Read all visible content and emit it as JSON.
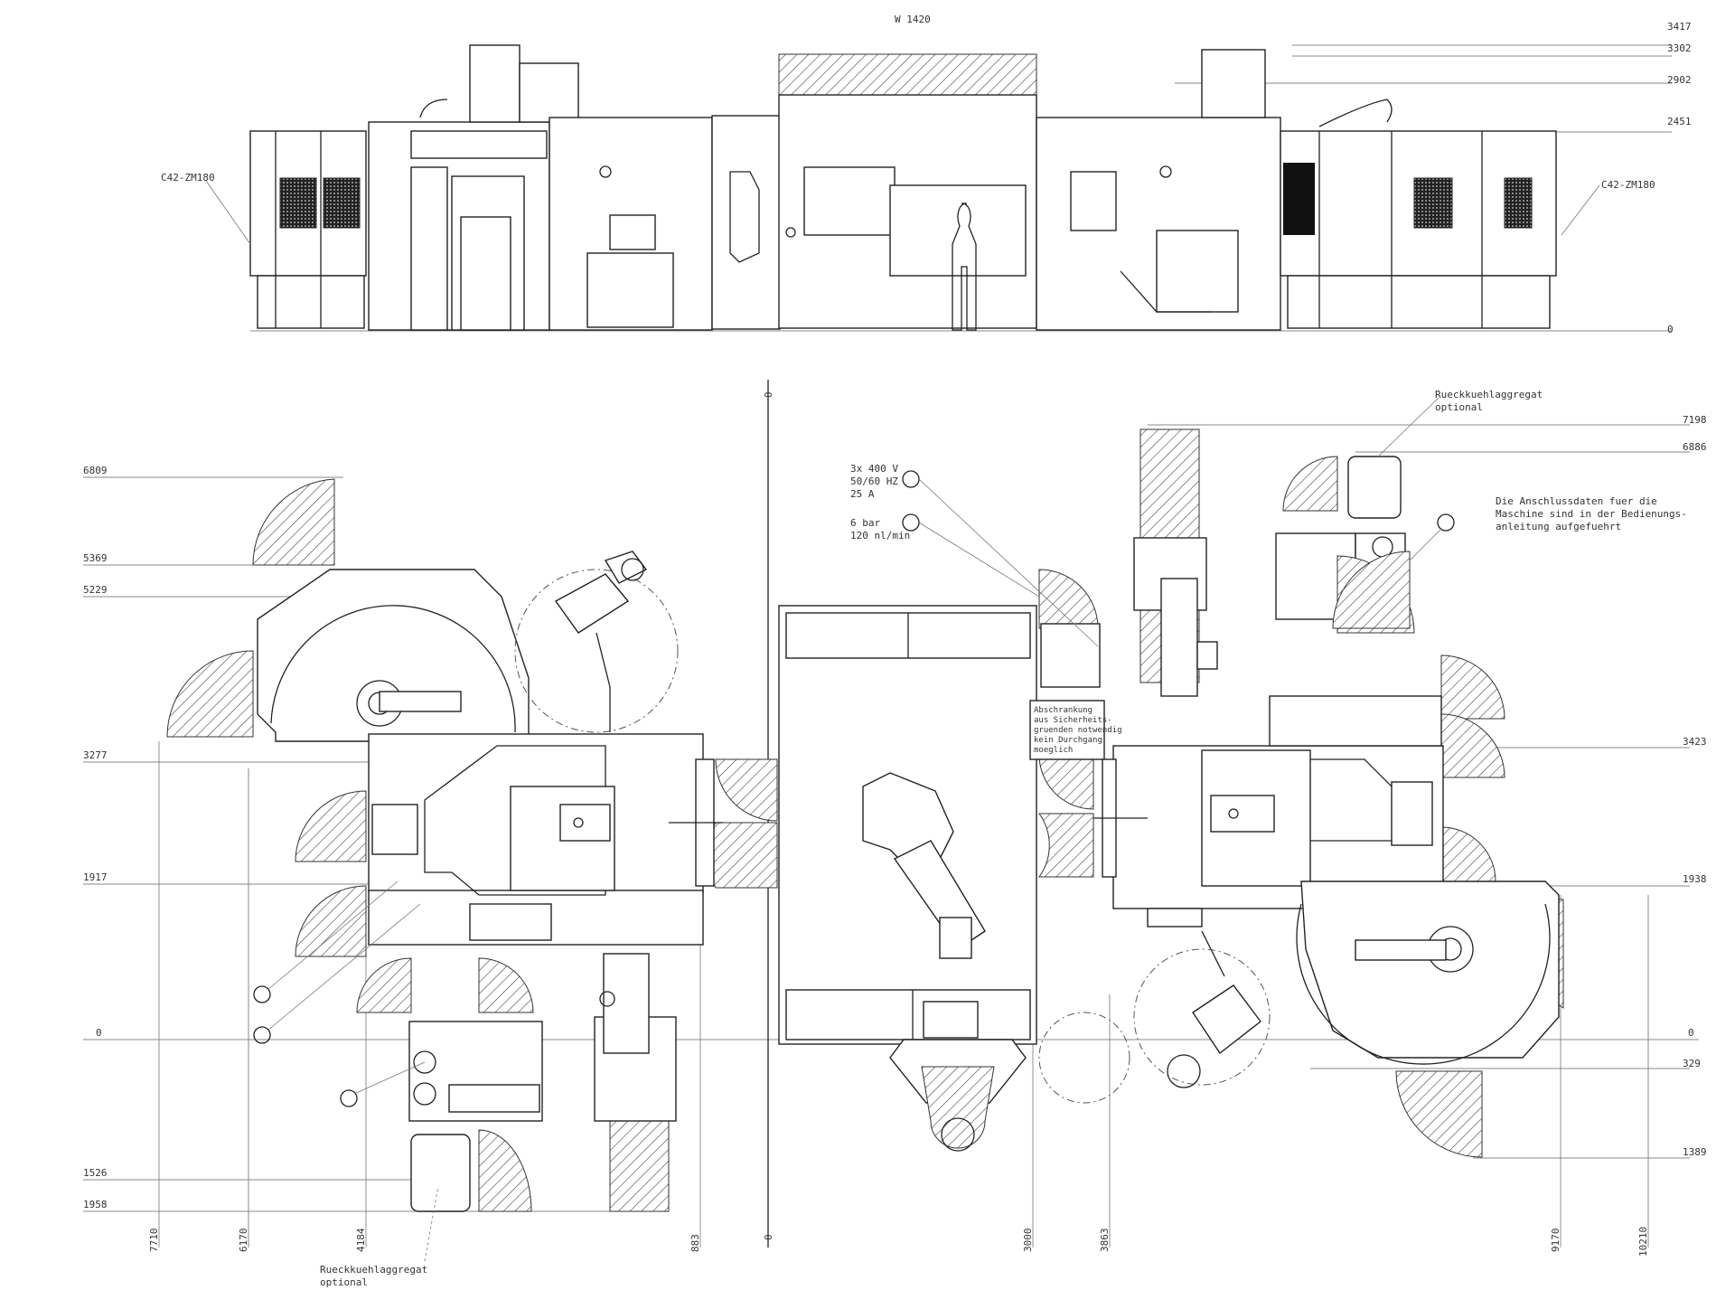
{
  "elevation": {
    "top_label": "W 1420",
    "left_machine_label": "C42-ZM180",
    "right_machine_label": "C42-ZM180",
    "height_dims": [
      "3417",
      "3302",
      "2902",
      "2451",
      "0"
    ]
  },
  "plan": {
    "left_dims": [
      "6809",
      "5369",
      "5229",
      "3277",
      "1917",
      "0",
      "1526",
      "1958"
    ],
    "right_dims": [
      "7198",
      "6886",
      "3423",
      "1938",
      "0",
      "329",
      "1389"
    ],
    "bottom_dims": [
      "7710",
      "6170",
      "4184",
      "883",
      "0",
      "3000",
      "3863",
      "9170",
      "10210"
    ],
    "power_note": [
      "3x 400 V",
      "50/60 HZ",
      "25 A"
    ],
    "air_note": [
      "6 bar",
      "120 nl/min"
    ],
    "chiller_top": [
      "Rueckkuehlaggregat",
      "optional"
    ],
    "chiller_bottom": [
      "Rueckkuehlaggregat",
      "optional"
    ],
    "connection_note": [
      "Die Anschlussdaten fuer die",
      "Maschine sind in der Bedienungs-",
      "anleitung aufgefuehrt"
    ],
    "barrier_note": [
      "Abschrankung",
      "aus Sicherheits-",
      "gruenden notwendig",
      "kein Durchgang",
      "moeglich"
    ]
  }
}
